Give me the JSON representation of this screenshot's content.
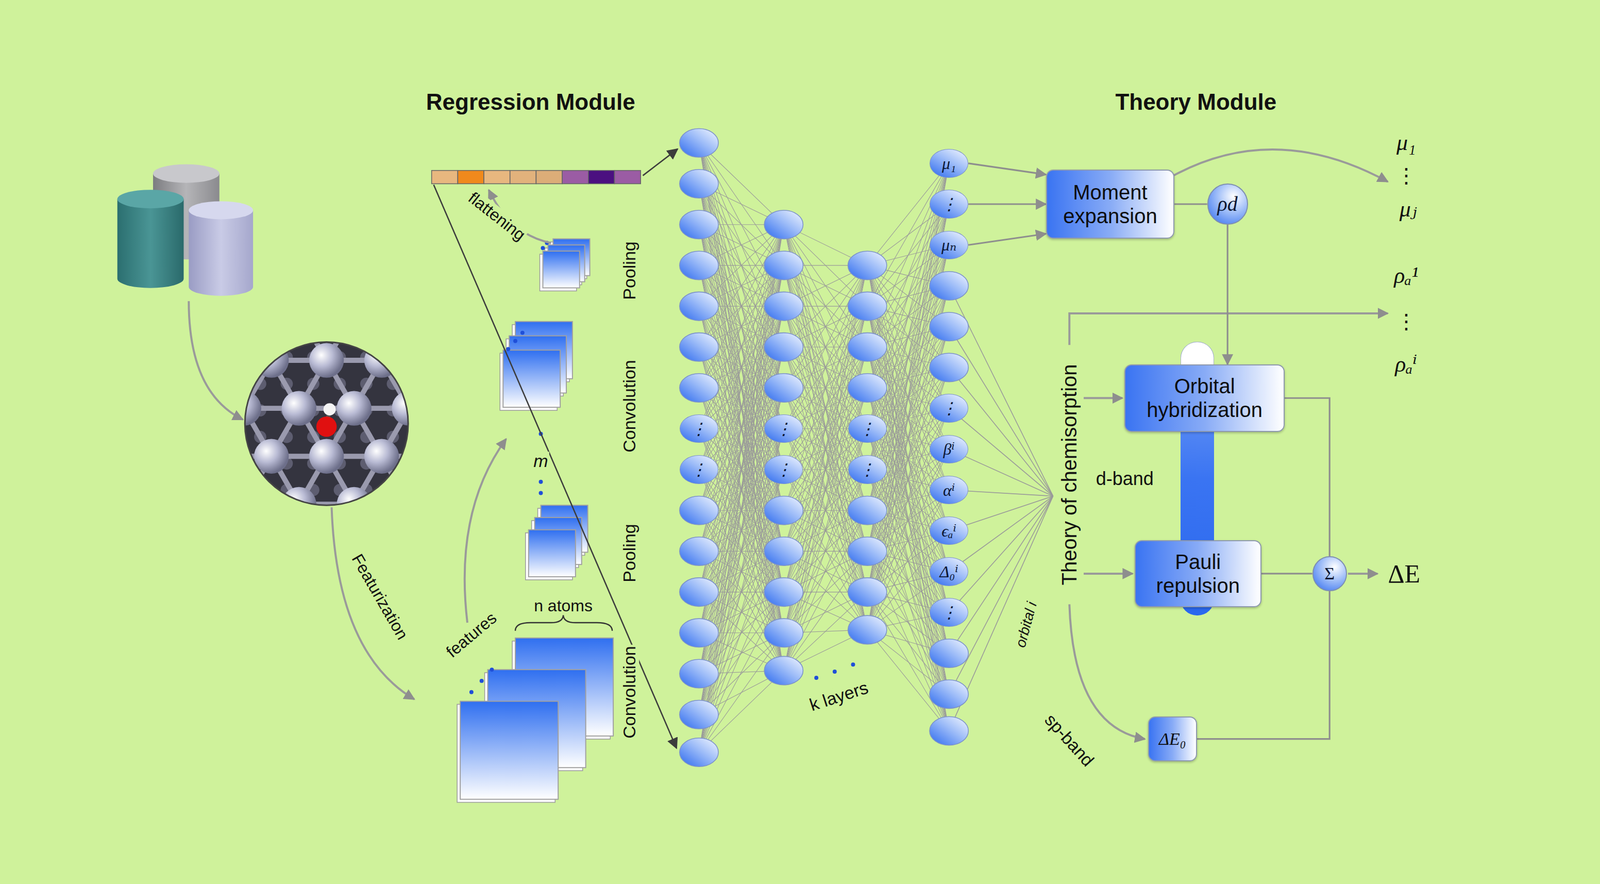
{
  "diagram": {
    "nodes": [
      {
        "text": [
          "⋮"
        ]
      },
      {
        "text": [
          "⋮"
        ]
      },
      {
        "text": [
          "⋮"
        ]
      },
      {
        "text": [
          "⋮"
        ]
      },
      {
        "text": [
          "⋮"
        ]
      },
      {
        "text": [
          "⋮"
        ]
      },
      {
        "text": [
          "μ₁"
        ]
      },
      {
        "text": [
          "⋮"
        ]
      },
      {
        "text": [
          "μₙ"
        ]
      },
      {
        "text": [
          "⋮"
        ]
      },
      {
        "text": [
          "βⁱ"
        ]
      },
      {
        "text": [
          "αⁱ"
        ]
      },
      {
        "text": [
          "ϵₐⁱ"
        ]
      },
      {
        "text": [
          "Δ₀ⁱ"
        ]
      },
      {
        "text": [
          "⋮"
        ]
      },
      {
        "text": [
          "Moment expansion"
        ]
      },
      {
        "text": [
          "ρd"
        ]
      },
      {
        "text": [
          "d-band"
        ]
      },
      {
        "text": [
          "Orbital hybridization"
        ]
      },
      {
        "text": [
          "Pauli repulsion"
        ]
      },
      {
        "text": [
          "Σ"
        ]
      },
      {
        "text": [
          "ΔE₀"
        ]
      }
    ],
    "edges": [
      {
        "from": 6,
        "to": 15,
        "arrow": "to"
      },
      {
        "from": 7,
        "to": 15,
        "arrow": "to"
      },
      {
        "from": 8,
        "to": 15,
        "arrow": "to"
      },
      {
        "from": 15,
        "to": 16,
        "arrow": "none"
      },
      {
        "from": 16,
        "to": 18,
        "arrow": "to"
      },
      {
        "from": 18,
        "to": 20,
        "arrow": "none"
      },
      {
        "from": 19,
        "to": 20,
        "arrow": "none"
      },
      {
        "from": 21,
        "to": 20,
        "arrow": "none"
      }
    ],
    "labels": [
      "Regression Module",
      "Theory Module",
      "flattening",
      "Pooling",
      "Convolution",
      "m",
      "Pooling",
      "Convolution",
      "features",
      "n atoms",
      "Featurization",
      "k layers",
      "orbital i",
      "Theory of chemisorption",
      "sp-band",
      "μ₁",
      "⋮",
      "μⱼ",
      "ρₐ¹",
      "⋮",
      "ρₐⁱ",
      "ΔE"
    ]
  }
}
